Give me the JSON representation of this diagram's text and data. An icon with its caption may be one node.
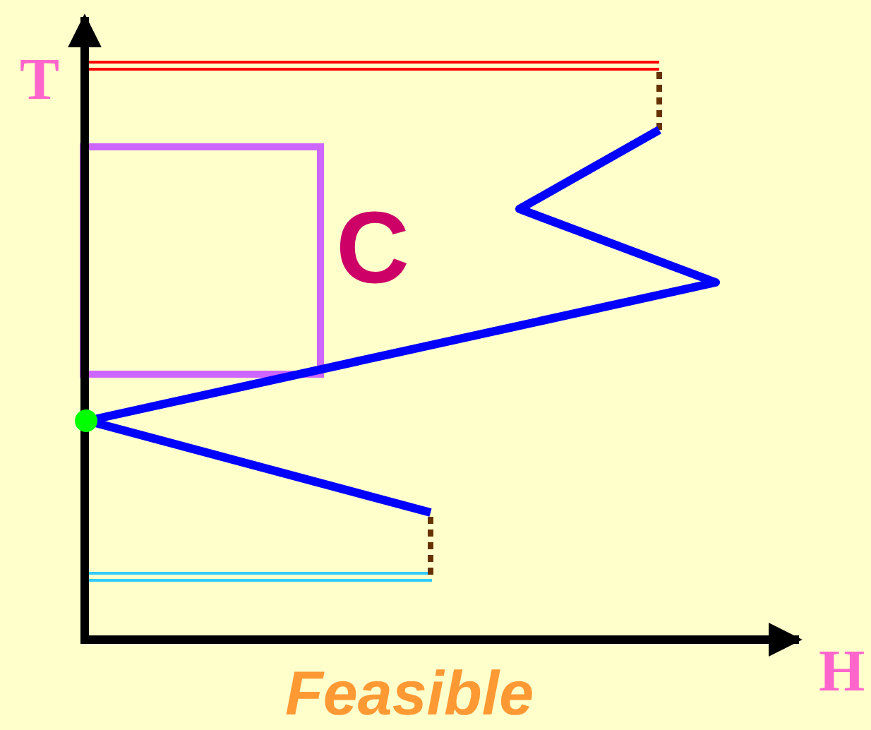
{
  "diagram": {
    "nodes": [
      {
        "text": [],
        "shape": "box",
        "beside": [
          "C"
        ]
      }
    ],
    "labels": [
      "T",
      "H",
      "Feasible"
    ]
  }
}
